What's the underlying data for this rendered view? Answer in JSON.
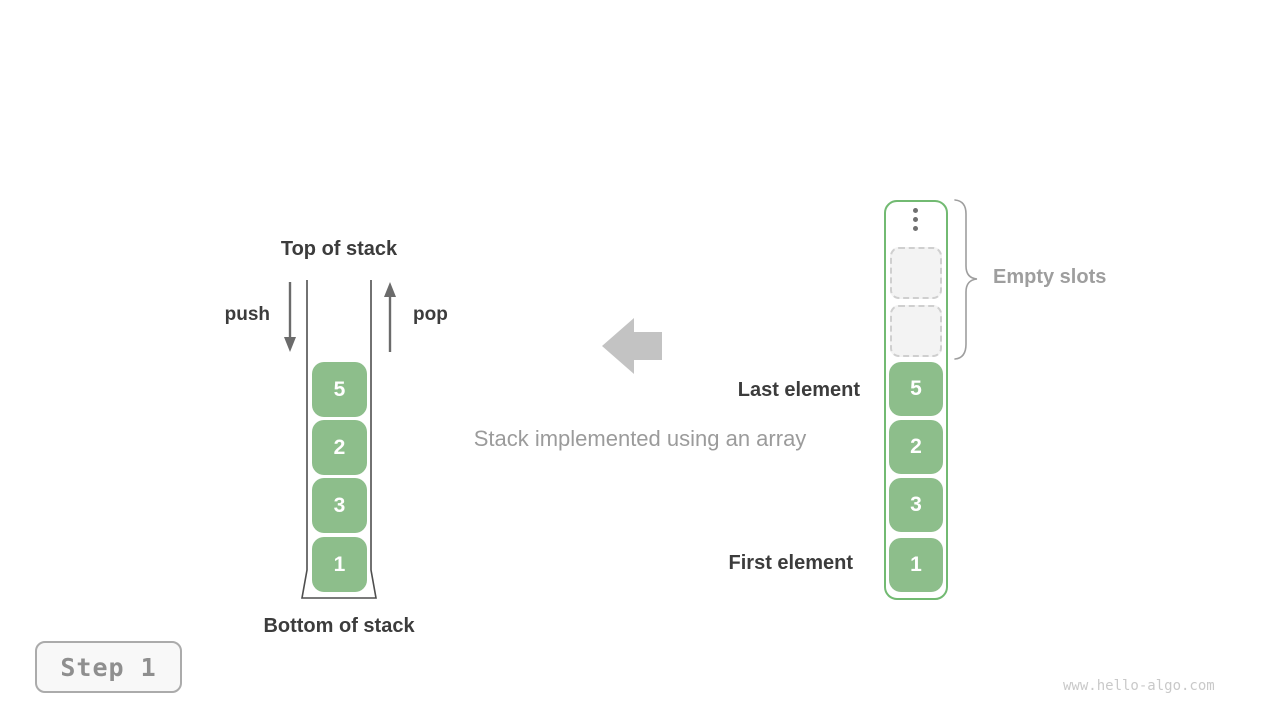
{
  "colors": {
    "cell_green": "#8dbe8b",
    "container_border_green": "#72ba72",
    "label_dark": "#3c3c3c",
    "label_gray": "#9e9e9e",
    "block_arrow_gray": "#c3c3c3",
    "wall_gray": "#4f4f4f",
    "empty_slot_fill": "#f3f3f3"
  },
  "left_stack": {
    "top_label": "Top of stack",
    "bottom_label": "Bottom of stack",
    "push_label": "push",
    "pop_label": "pop",
    "cells": [
      "5",
      "2",
      "3",
      "1"
    ]
  },
  "caption": "Stack implemented using an array",
  "right_array": {
    "empty_slots_count": 2,
    "empty_slots_label": "Empty slots",
    "last_element_label": "Last element",
    "first_element_label": "First element",
    "cells": [
      "5",
      "2",
      "3",
      "1"
    ]
  },
  "step_badge": {
    "label": "Step 1"
  },
  "watermark": "www.hello-algo.com"
}
